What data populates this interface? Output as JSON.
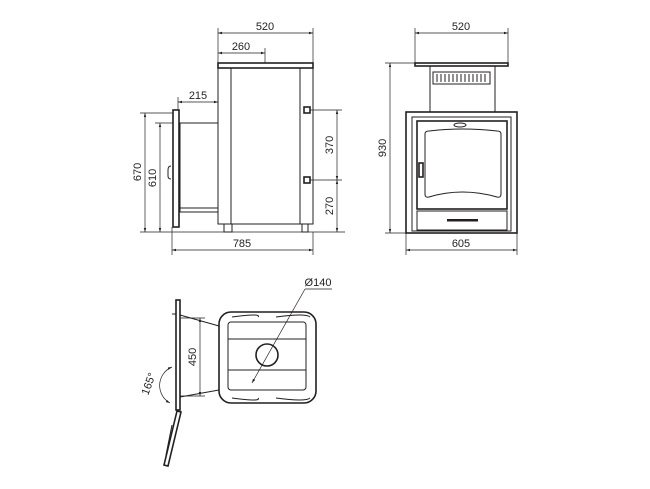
{
  "side_view": {
    "dim_top_width": "520",
    "dim_top_half": "260",
    "dim_tunnel_length": "215",
    "dim_door_height_outer": "670",
    "dim_door_height_inner": "610",
    "dim_bolt_spacing": "370",
    "dim_bolt_height": "270",
    "dim_total_depth": "785"
  },
  "front_view": {
    "dim_top_width": "520",
    "dim_total_height": "930",
    "dim_frame_width": "605"
  },
  "top_view": {
    "dim_flue_diameter": "Ø140",
    "dim_door_width": "450",
    "dim_door_angle": "165°"
  },
  "colors": {
    "line": "#231f20",
    "background": "#ffffff"
  }
}
